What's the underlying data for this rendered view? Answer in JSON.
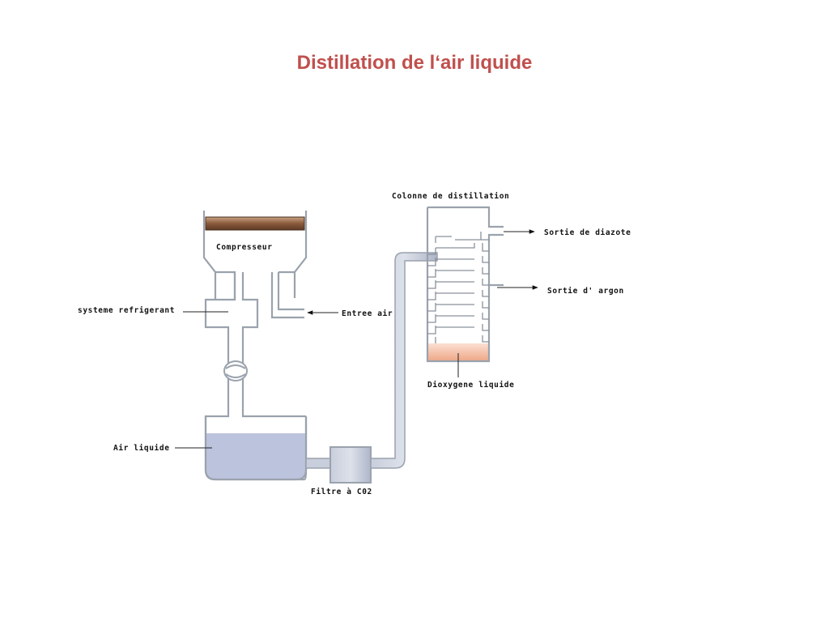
{
  "title": "Distillation de l‘air liquide",
  "labels": {
    "compressor": "Compresseur",
    "refrigeration": "systeme refrigerant",
    "air_inlet": "Entree air",
    "liquid_air": "Air liquide",
    "co2_filter": "Filtre à C02",
    "column": "Colonne de distillation",
    "nitrogen_out": "Sortie de diazote",
    "argon_out": "Sortie d' argon",
    "liquid_oxygen": "Dioxygene liquide"
  },
  "colors": {
    "title": "#c0504d",
    "pipe_outline": "#9aa2ad",
    "pipe_fill": "#bcc3d3",
    "liquid_air": "#bcc3dc",
    "liquid_oxygen": "#f2b59a",
    "piston": "#9a6a4a"
  }
}
